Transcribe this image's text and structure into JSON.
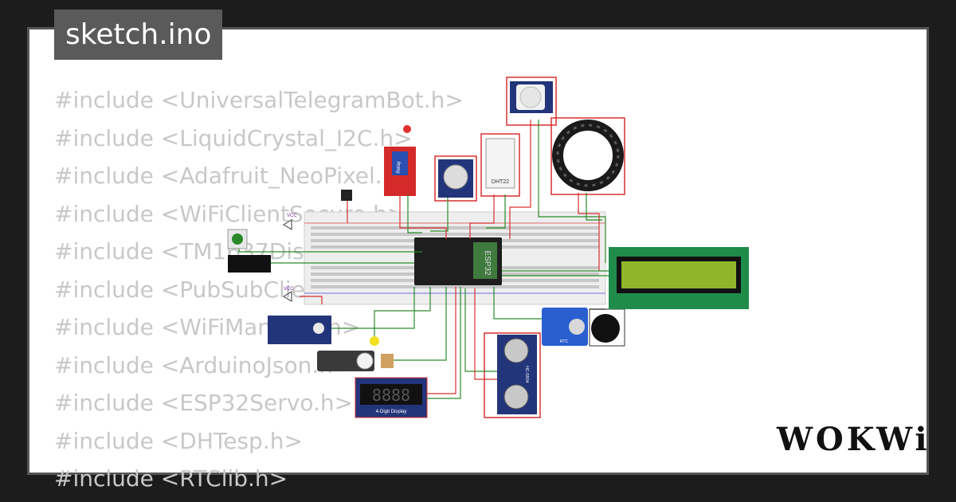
{
  "file_tab": {
    "label": "sketch.ino"
  },
  "code_lines": [
    "#include <UniversalTelegramBot.h>",
    "#include <LiquidCrystal_I2C.h>",
    "#include <Adafruit_NeoPixel.h>",
    "#include <WiFiClientSecure.h>",
    "#include <TM1637Display.h>",
    "#include <PubSubClient.h>",
    "#include <WiFiManager.h>",
    "#include <ArduinoJson.h>",
    "#include <ESP32Servo.h>",
    "#include <DHTesp.h>",
    "#include <RTClib.h>"
  ],
  "brand": {
    "logo": "WOKWi"
  },
  "circuit": {
    "board_label": "ESP32",
    "dht_label": "DHT22",
    "display_label": "4-Digit Display",
    "seg_digits": "8888",
    "relay_label": "Relay",
    "vcc_label": "VCC",
    "rtc_label": "RTC",
    "sr04_label": "HC-SR04"
  },
  "colors": {
    "wire_red": "#d83030",
    "wire_green": "#2a8a2a",
    "wire_black": "#222222",
    "lcd_green": "#1f8c4a",
    "lcd_screen": "#8fb62a"
  }
}
